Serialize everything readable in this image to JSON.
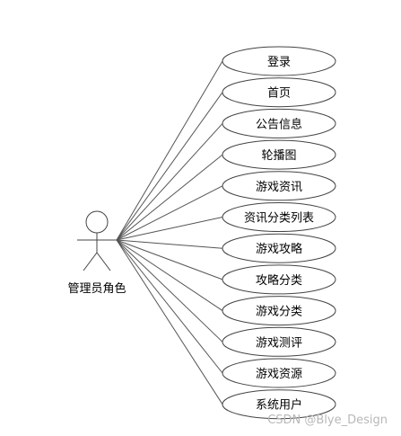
{
  "diagram": {
    "actor": {
      "label": "管理员角色"
    },
    "use_cases": [
      {
        "label": "登录"
      },
      {
        "label": "首页"
      },
      {
        "label": "公告信息"
      },
      {
        "label": "轮播图"
      },
      {
        "label": "游戏资讯"
      },
      {
        "label": "资讯分类列表"
      },
      {
        "label": "游戏攻略"
      },
      {
        "label": "攻略分类"
      },
      {
        "label": "游戏分类"
      },
      {
        "label": "游戏测评"
      },
      {
        "label": "游戏资源"
      },
      {
        "label": "系统用户"
      }
    ],
    "watermark": "CSDN @Blye_Design"
  }
}
